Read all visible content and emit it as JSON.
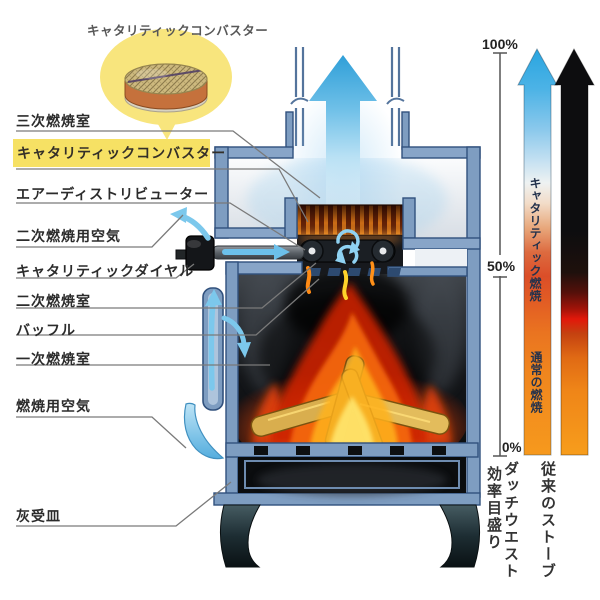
{
  "inset": {
    "caption": "キャタリティックコンバスター"
  },
  "labels": [
    {
      "text": "三次燃焼室",
      "highlight": false
    },
    {
      "text": "キャタリティックコンバスター",
      "highlight": true
    },
    {
      "text": "エアーディストリビューター",
      "highlight": false
    },
    {
      "text": "二次燃焼用空気",
      "highlight": false
    },
    {
      "text": "キャタリティックダイヤル",
      "highlight": false
    },
    {
      "text": "二次燃焼室",
      "highlight": false
    },
    {
      "text": "バッフル",
      "highlight": false
    },
    {
      "text": "一次燃焼室",
      "highlight": false
    },
    {
      "text": "燃焼用空気",
      "highlight": false
    },
    {
      "text": "灰受皿",
      "highlight": false
    }
  ],
  "chart": {
    "type": "gradient-scale-bars",
    "ticks": {
      "top": "100%",
      "middle": "50%",
      "bottom": "0%"
    },
    "axis_caption": "効率目盛り",
    "bars": [
      {
        "caption": "ダッチウエスト",
        "annotations": [
          "キャタリティック燃焼",
          "通常の燃焼"
        ],
        "gradient": [
          "#29a5e0",
          "#ffffff",
          "#db4e28",
          "#f6991d"
        ]
      },
      {
        "caption": "従来のストーブ",
        "annotations": [],
        "gradient": [
          "#0d0d0f",
          "#e2180a",
          "#f79d1c"
        ]
      }
    ]
  },
  "colors": {
    "highlight": "#f6e164",
    "balloon": "#f8e57d",
    "steel": "#7e9dc1",
    "arrow_blue": "#46a7de"
  }
}
